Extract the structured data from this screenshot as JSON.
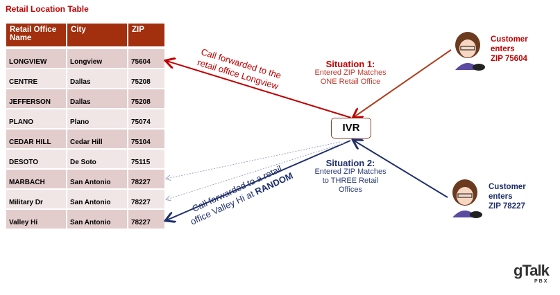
{
  "table": {
    "title": "Retail Location Table",
    "headers": [
      "Retail Office Name",
      "City",
      "ZIP"
    ],
    "rows": [
      [
        "LONGVIEW",
        "Longview",
        "75604"
      ],
      [
        "CENTRE",
        "Dallas",
        "75208"
      ],
      [
        "JEFFERSON",
        "Dallas",
        "75208"
      ],
      [
        "PLANO",
        "Plano",
        "75074"
      ],
      [
        "CEDAR HILL",
        "Cedar Hill",
        "75104"
      ],
      [
        "DESOTO",
        "De Soto",
        "75115"
      ],
      [
        "MARBACH",
        "San Antonio",
        "78227"
      ],
      [
        "Military Dr",
        "San Antonio",
        "78227"
      ],
      [
        "Valley Hi",
        "San Antonio",
        "78227"
      ]
    ]
  },
  "ivr": {
    "label": "IVR"
  },
  "situation1": {
    "title": "Situation 1:",
    "line1": "Entered ZIP Matches",
    "line2": "ONE Retail Office",
    "forward_line1": "Call forwarded to the",
    "forward_line2": "retail office Longview",
    "customer_line1": "Customer",
    "customer_line2": "enters",
    "customer_line3": "ZIP 75604"
  },
  "situation2": {
    "title": "Situation 2:",
    "line1": "Entered ZIP Matches",
    "line2": "to THREE Retail",
    "line3": "Offices",
    "forward_line1": "Call forwarded to a retail",
    "forward_line2a": "office Valley Hi at ",
    "forward_line2b": "RANDOM",
    "customer_line1": "Customer",
    "customer_line2": "enters",
    "customer_line3": "ZIP 78227"
  },
  "logo": {
    "main": "gTalk",
    "sub": "PBX"
  },
  "colors": {
    "red": "#c0392b",
    "header": "#a2300f",
    "blue": "#1f2f6b"
  }
}
